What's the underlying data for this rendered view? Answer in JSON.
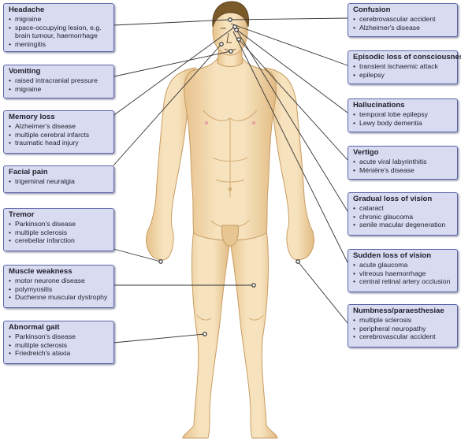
{
  "colors": {
    "box_fill": "#d9dcf1",
    "box_border": "#5c66a8",
    "skin": "#f2d8a8",
    "skin_shadow": "#d9b47c",
    "hair": "#7b5a2a",
    "leader_line": "#333333"
  },
  "panels": [
    {
      "id": "headache",
      "title": "Headache",
      "items": [
        "migraine",
        "space-occupying lesion, e.g. brain tumour, haemorrhage",
        "meningitis"
      ]
    },
    {
      "id": "vomiting",
      "title": "Vomiting",
      "items": [
        "raised intracranial pressure",
        "migraine"
      ]
    },
    {
      "id": "memory-loss",
      "title": "Memory loss",
      "items": [
        "Alzheimer's disease",
        "multiple cerebral infarcts",
        "traumatic head injury"
      ]
    },
    {
      "id": "facial-pain",
      "title": "Facial pain",
      "items": [
        "trigeminal neuralgia"
      ]
    },
    {
      "id": "tremor",
      "title": "Tremor",
      "items": [
        "Parkinson's disease",
        "multiple sclerosis",
        "cerebellar infarction"
      ]
    },
    {
      "id": "muscle-weakness",
      "title": "Muscle weakness",
      "items": [
        "motor neurone disease",
        "polymyositis",
        "Duchenne muscular dystrophy"
      ]
    },
    {
      "id": "abnormal-gait",
      "title": "Abnormal gait",
      "items": [
        "Parkinson's disease",
        "multiple sclerosis",
        "Friedreich's ataxia"
      ]
    },
    {
      "id": "confusion",
      "title": "Confusion",
      "items": [
        "cerebrovascular accident",
        "Alzheimer's disease"
      ]
    },
    {
      "id": "episodic-loss",
      "title": "Episodic loss of consciousness",
      "items": [
        "transient ischaemic attack",
        "epilepsy"
      ]
    },
    {
      "id": "hallucinations",
      "title": "Hallucinations",
      "items": [
        "temporal lobe epilepsy",
        "Lewy body dementia"
      ]
    },
    {
      "id": "vertigo",
      "title": "Vertigo",
      "items": [
        "acute viral labyrinthitis",
        "Ménière's disease"
      ]
    },
    {
      "id": "gradual-vision-loss",
      "title": "Gradual loss of vision",
      "items": [
        "cataract",
        "chronic glaucoma",
        "senile macular degeneration"
      ]
    },
    {
      "id": "sudden-vision-loss",
      "title": "Sudden loss of vision",
      "items": [
        "acute glaucoma",
        "vitreous haemorrhage",
        "central retinal artery occlusion"
      ]
    },
    {
      "id": "numbness",
      "title": "Numbness/paraesthesiae",
      "items": [
        "multiple sclerosis",
        "peripheral neuropathy",
        "cerebrovascular accident"
      ]
    }
  ]
}
